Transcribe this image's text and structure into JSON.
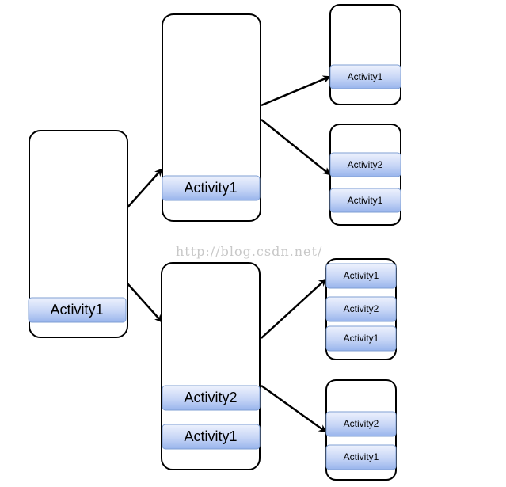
{
  "activity_labels": {
    "activity1": "Activity1",
    "activity2": "Activity2"
  },
  "watermark": "http://blog.csdn.net/",
  "colors": {
    "activity_fill_top": "#e9eefc",
    "activity_fill_bottom": "#98b4ec",
    "activity_border": "#7f9fd3",
    "stack_border": "#000000",
    "arrow": "#000000",
    "watermark": "#c8c8c8"
  }
}
